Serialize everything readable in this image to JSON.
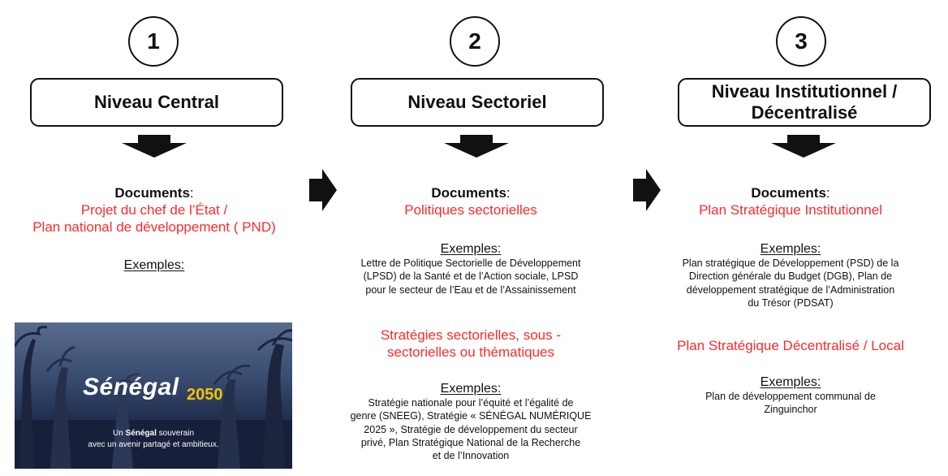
{
  "columns": [
    {
      "number": "1",
      "level": "Niveau Central",
      "documents_label": "Documents",
      "documents_colon": ":",
      "documents": [
        "Projet du chef de l’État /",
        "Plan national de développement ( PND)"
      ],
      "examples_label": "Exemples:",
      "image": {
        "brand": "Sénégal",
        "brand_year": "2050",
        "caption_prefix": "Un ",
        "caption_bold": "Sénégal",
        "caption_rest": " souverain",
        "caption_line2": "avec un avenir partagé et ambitieux."
      }
    },
    {
      "number": "2",
      "level": "Niveau Sectoriel",
      "documents_label": "Documents",
      "documents_colon": ":",
      "documents": [
        "Politiques sectorielles"
      ],
      "examples_label": "Exemples:",
      "examples": [
        "Lettre de Politique Sectorielle de Développement",
        "(LPSD) de la Santé et de l’Action sociale, LPSD",
        "pour le secteur de l’Eau et de l’Assainissement"
      ],
      "documents2": [
        "Stratégies sectorielles, sous  -",
        "sectorielles ou thématiques"
      ],
      "examples2_label": "Exemples:",
      "examples2": [
        "Stratégie nationale pour l’équité et l’égalité de",
        "genre (SNEEG), Stratégie « SÉNÉGAL NUMÉRIQUE",
        "2025 », Stratégie de développement du secteur",
        "privé, Plan Stratégique National de la Recherche",
        "et de l’Innovation"
      ]
    },
    {
      "number": "3",
      "level_lines": [
        "Niveau Institutionnel /",
        "Décentralisé"
      ],
      "documents_label": "Documents",
      "documents_colon": ":",
      "documents": [
        "Plan Stratégique Institutionnel"
      ],
      "examples_label": "Exemples:",
      "examples": [
        "Plan stratégique de Développement (PSD) de la",
        "Direction générale du Budget (DGB), Plan de",
        "développement  stratégique  de l’Administration",
        "du Trésor (PDSAT)"
      ],
      "documents2": [
        "Plan Stratégique Décentralisé / Local"
      ],
      "examples2_label": "Exemples:",
      "examples2": [
        "Plan de développement communal de",
        "Zinguinchor"
      ]
    }
  ],
  "colors": {
    "accent_red": "#ff2a2a",
    "ink": "#111111",
    "brand_yellow": "#f3c400"
  }
}
